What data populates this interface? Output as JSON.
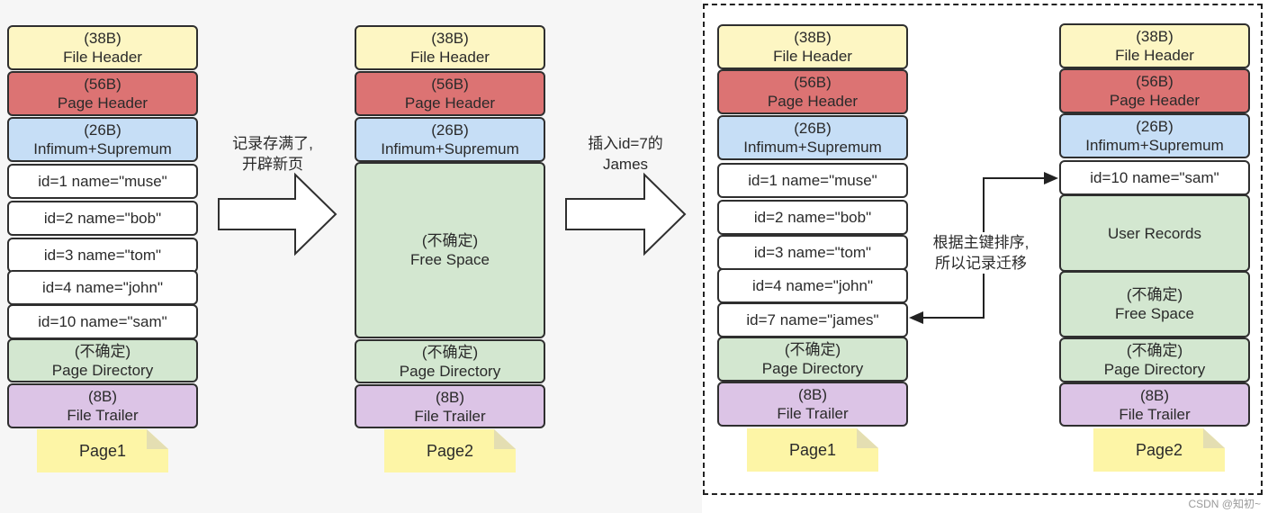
{
  "stages": [
    {
      "page_name": "Page1",
      "blocks": [
        {
          "lines": [
            "(38B)",
            "File Header"
          ],
          "color": "#fdf6c3"
        },
        {
          "lines": [
            "(56B)",
            "Page Header"
          ],
          "color": "#dc7373"
        },
        {
          "lines": [
            "(26B)",
            "Infimum+Supremum"
          ],
          "color": "#c6def6"
        },
        {
          "lines": [
            "id=1 name=\"muse\""
          ],
          "color": "#ffffff"
        },
        {
          "lines": [
            "id=2 name=\"bob\""
          ],
          "color": "#ffffff"
        },
        {
          "lines": [
            "id=3 name=\"tom\""
          ],
          "color": "#ffffff"
        },
        {
          "lines": [
            "id=4 name=\"john\""
          ],
          "color": "#ffffff"
        },
        {
          "lines": [
            "id=10 name=\"sam\""
          ],
          "color": "#ffffff"
        },
        {
          "lines": [
            "(不确定)",
            "Page Directory"
          ],
          "color": "#d3e7d0"
        },
        {
          "lines": [
            "(8B)",
            "File Trailer"
          ],
          "color": "#dcc4e6"
        }
      ]
    },
    {
      "page_name": "Page2",
      "blocks": [
        {
          "lines": [
            "(38B)",
            "File Header"
          ],
          "color": "#fdf6c3"
        },
        {
          "lines": [
            "(56B)",
            "Page Header"
          ],
          "color": "#dc7373"
        },
        {
          "lines": [
            "(26B)",
            "Infimum+Supremum"
          ],
          "color": "#c6def6"
        },
        {
          "lines": [
            "(不确定)",
            "Free Space"
          ],
          "color": "#d3e7d0"
        },
        {
          "lines": [
            "(不确定)",
            "Page Directory"
          ],
          "color": "#d3e7d0"
        },
        {
          "lines": [
            "(8B)",
            "File Trailer"
          ],
          "color": "#dcc4e6"
        }
      ]
    },
    {
      "page_name": "Page1",
      "blocks": [
        {
          "lines": [
            "(38B)",
            "File Header"
          ],
          "color": "#fdf6c3"
        },
        {
          "lines": [
            "(56B)",
            "Page Header"
          ],
          "color": "#dc7373"
        },
        {
          "lines": [
            "(26B)",
            "Infimum+Supremum"
          ],
          "color": "#c6def6"
        },
        {
          "lines": [
            "id=1 name=\"muse\""
          ],
          "color": "#ffffff"
        },
        {
          "lines": [
            "id=2 name=\"bob\""
          ],
          "color": "#ffffff"
        },
        {
          "lines": [
            "id=3 name=\"tom\""
          ],
          "color": "#ffffff"
        },
        {
          "lines": [
            "id=4 name=\"john\""
          ],
          "color": "#ffffff"
        },
        {
          "lines": [
            "id=7 name=\"james\""
          ],
          "color": "#ffffff"
        },
        {
          "lines": [
            "(不确定)",
            "Page Directory"
          ],
          "color": "#d3e7d0"
        },
        {
          "lines": [
            "(8B)",
            "File Trailer"
          ],
          "color": "#dcc4e6"
        }
      ]
    },
    {
      "page_name": "Page2",
      "blocks": [
        {
          "lines": [
            "(38B)",
            "File Header"
          ],
          "color": "#fdf6c3"
        },
        {
          "lines": [
            "(56B)",
            "Page Header"
          ],
          "color": "#dc7373"
        },
        {
          "lines": [
            "(26B)",
            "Infimum+Supremum"
          ],
          "color": "#c6def6"
        },
        {
          "lines": [
            "id=10 name=\"sam\""
          ],
          "color": "#ffffff"
        },
        {
          "lines": [
            "User Records"
          ],
          "color": "#d3e7d0"
        },
        {
          "lines": [
            "(不确定)",
            "Free Space"
          ],
          "color": "#d3e7d0"
        },
        {
          "lines": [
            "(不确定)",
            "Page Directory"
          ],
          "color": "#d3e7d0"
        },
        {
          "lines": [
            "(8B)",
            "File Trailer"
          ],
          "color": "#dcc4e6"
        }
      ]
    }
  ],
  "annotations": {
    "arrow1": [
      "记录存满了,",
      "开辟新页"
    ],
    "arrow2": [
      "插入id=7的",
      "James"
    ],
    "migrate": [
      "根据主键排序,",
      "所以记录迁移"
    ]
  },
  "watermark": "CSDN @知初~"
}
